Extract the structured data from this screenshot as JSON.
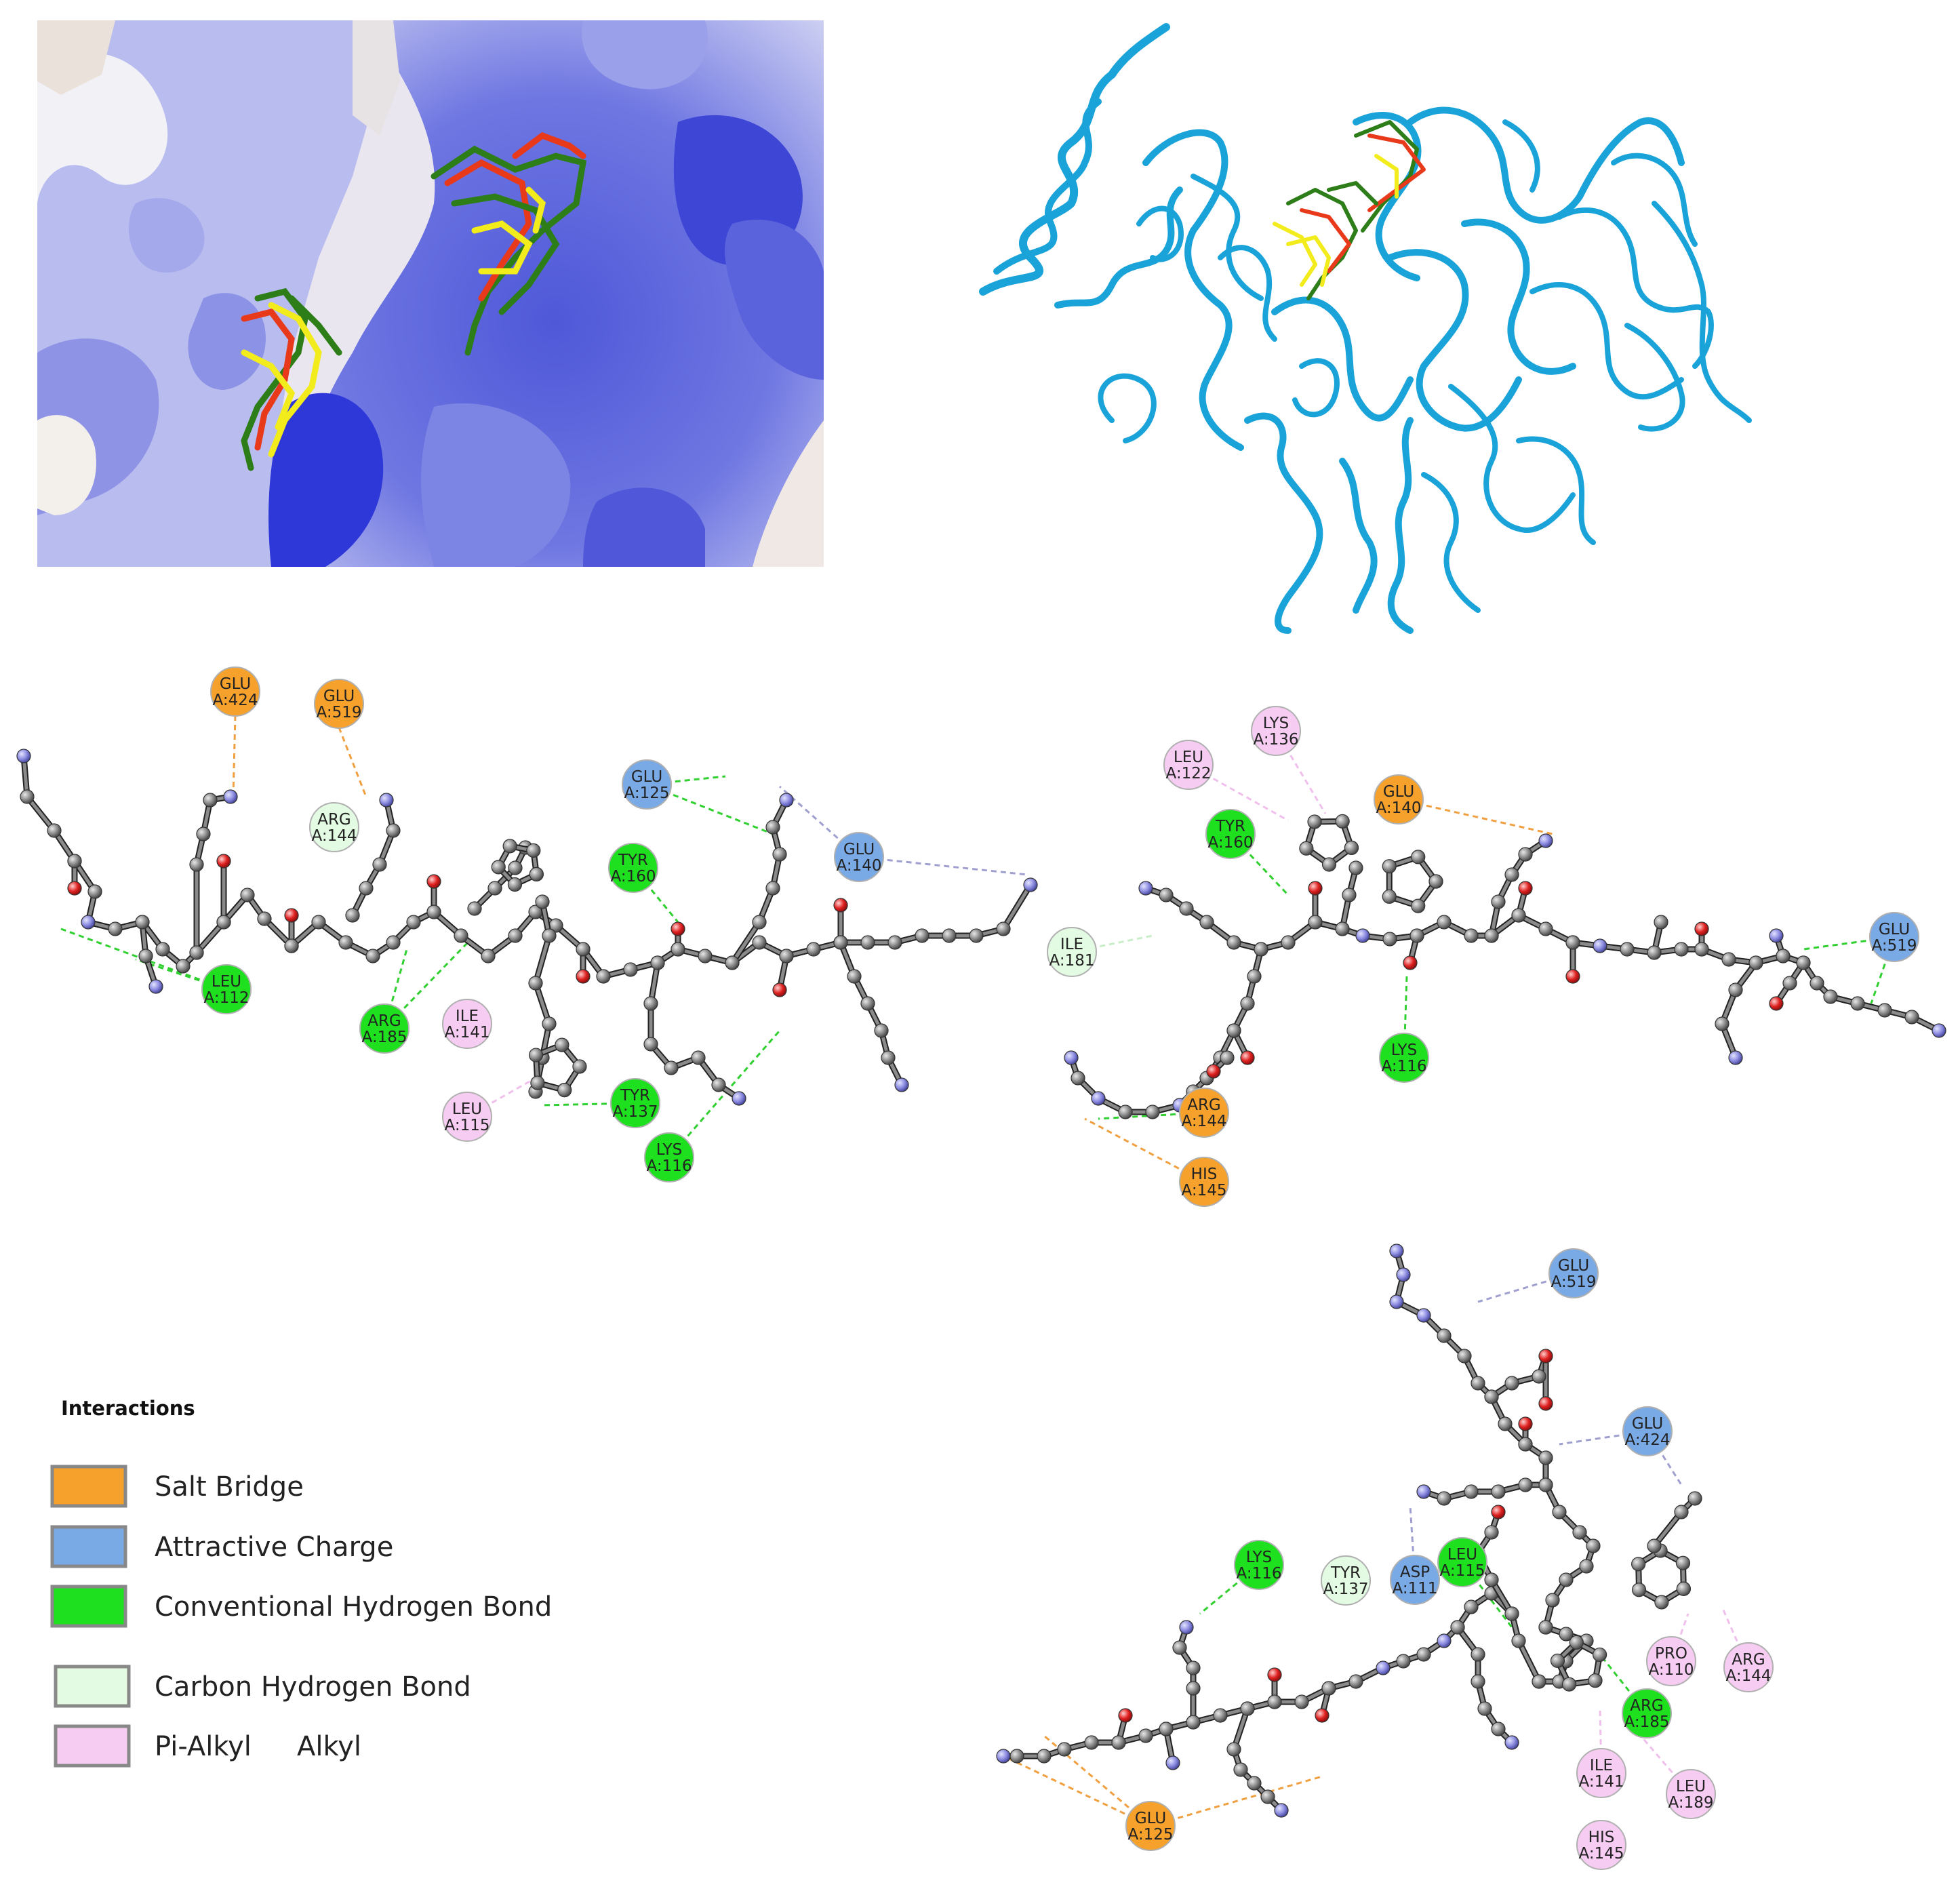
{
  "colors": {
    "salt_bridge": "#f5a12b",
    "attractive_charge": "#7aaae6",
    "conventional_hbond": "#1ee01e",
    "carbon_hbond": "#e2fbe2",
    "pi_alkyl": "#f6ccf2",
    "protein_ribbon": "#1aa3d9",
    "surface_blue": "#5a62e0",
    "ligand_red": "#e8391b",
    "ligand_green": "#2d7d18",
    "ligand_yellow": "#f3ec1c"
  },
  "legend": {
    "title": "Interactions",
    "items": [
      {
        "label": "Salt Bridge",
        "key": "salt_bridge"
      },
      {
        "label": "Attractive Charge",
        "key": "attractive_charge"
      },
      {
        "label": "Conventional Hydrogen Bond",
        "key": "conventional_hbond"
      },
      {
        "label": "Carbon Hydrogen Bond",
        "key": "carbon_hbond"
      },
      {
        "label": "Pi-Alkyl",
        "key": "pi_alkyl",
        "extra": "Alkyl"
      }
    ]
  },
  "diagram1_residues": [
    {
      "text1": "GLU",
      "text2": "A:424",
      "type": "salt_bridge"
    },
    {
      "text1": "GLU",
      "text2": "A:519",
      "type": "salt_bridge"
    },
    {
      "text1": "ARG",
      "text2": "A:144",
      "type": "carbon_hbond"
    },
    {
      "text1": "GLU",
      "text2": "A:125",
      "type": "attractive_charge"
    },
    {
      "text1": "TYR",
      "text2": "A:160",
      "type": "conventional_hbond"
    },
    {
      "text1": "GLU",
      "text2": "A:140",
      "type": "attractive_charge"
    },
    {
      "text1": "LEU",
      "text2": "A:112",
      "type": "conventional_hbond"
    },
    {
      "text1": "ARG",
      "text2": "A:185",
      "type": "conventional_hbond"
    },
    {
      "text1": "ILE",
      "text2": "A:141",
      "type": "pi_alkyl"
    },
    {
      "text1": "LEU",
      "text2": "A:115",
      "type": "pi_alkyl"
    },
    {
      "text1": "TYR",
      "text2": "A:137",
      "type": "conventional_hbond"
    },
    {
      "text1": "LYS",
      "text2": "A:116",
      "type": "conventional_hbond"
    }
  ],
  "diagram2_residues": [
    {
      "text1": "LYS",
      "text2": "A:136",
      "type": "pi_alkyl"
    },
    {
      "text1": "LEU",
      "text2": "A:122",
      "type": "pi_alkyl"
    },
    {
      "text1": "GLU",
      "text2": "A:140",
      "type": "salt_bridge"
    },
    {
      "text1": "TYR",
      "text2": "A:160",
      "type": "conventional_hbond"
    },
    {
      "text1": "ILE",
      "text2": "A:181",
      "type": "carbon_hbond"
    },
    {
      "text1": "GLU",
      "text2": "A:519",
      "type": "attractive_charge"
    },
    {
      "text1": "LYS",
      "text2": "A:116",
      "type": "conventional_hbond"
    },
    {
      "text1": "ARG",
      "text2": "A:144",
      "type": "salt_bridge"
    },
    {
      "text1": "HIS",
      "text2": "A:145",
      "type": "salt_bridge"
    }
  ],
  "diagram3_residues": [
    {
      "text1": "GLU",
      "text2": "A:519",
      "type": "attractive_charge"
    },
    {
      "text1": "GLU",
      "text2": "A:424",
      "type": "attractive_charge"
    },
    {
      "text1": "LYS",
      "text2": "A:116",
      "type": "conventional_hbond"
    },
    {
      "text1": "TYR",
      "text2": "A:137",
      "type": "carbon_hbond"
    },
    {
      "text1": "ASP",
      "text2": "A:111",
      "type": "attractive_charge"
    },
    {
      "text1": "LEU",
      "text2": "A:115",
      "type": "conventional_hbond"
    },
    {
      "text1": "PRO",
      "text2": "A:110",
      "type": "pi_alkyl"
    },
    {
      "text1": "ARG",
      "text2": "A:144",
      "type": "pi_alkyl"
    },
    {
      "text1": "ARG",
      "text2": "A:185",
      "type": "conventional_hbond"
    },
    {
      "text1": "ILE",
      "text2": "A:141",
      "type": "pi_alkyl"
    },
    {
      "text1": "LEU",
      "text2": "A:189",
      "type": "pi_alkyl"
    },
    {
      "text1": "HIS",
      "text2": "A:145",
      "type": "pi_alkyl"
    },
    {
      "text1": "GLU",
      "text2": "A:125",
      "type": "salt_bridge"
    }
  ]
}
